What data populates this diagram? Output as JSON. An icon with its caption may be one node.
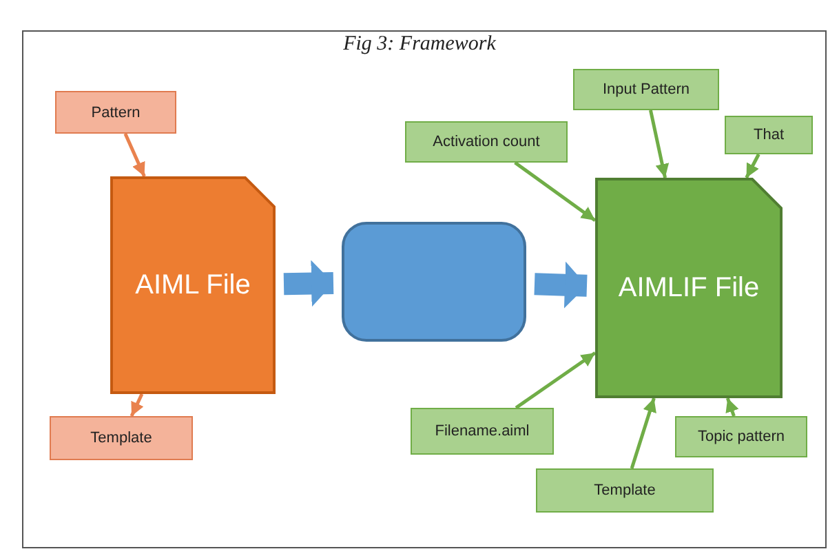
{
  "diagram": {
    "title": "Fig 3: Framework",
    "nodes": [
      {
        "text": [
          "Pattern"
        ]
      },
      {
        "text": [
          "AIML File"
        ]
      },
      {
        "text": [
          "Template"
        ]
      },
      {
        "text": [],
        "shape": "box"
      },
      {
        "text": [
          "AIMLIF File"
        ]
      },
      {
        "text": [
          "Input Pattern"
        ]
      },
      {
        "text": [
          "Activation count"
        ]
      },
      {
        "text": [
          "That"
        ]
      },
      {
        "text": [
          "Filename.aiml"
        ]
      },
      {
        "text": [
          "Topic pattern"
        ]
      },
      {
        "text": [
          "Template"
        ]
      }
    ],
    "edges": [
      {
        "from": 0,
        "to": 1,
        "arrow": "to",
        "color": "#e9824e"
      },
      {
        "from": 1,
        "to": 2,
        "arrow": "to",
        "color": "#e9824e"
      },
      {
        "from": 1,
        "to": 3,
        "arrow": "to",
        "style": "thick",
        "color": "#5b9bd5"
      },
      {
        "from": 3,
        "to": 4,
        "arrow": "to",
        "style": "thick",
        "color": "#5b9bd5"
      },
      {
        "from": 5,
        "to": 4,
        "arrow": "to"
      },
      {
        "from": 6,
        "to": 4,
        "arrow": "to"
      },
      {
        "from": 7,
        "to": 4,
        "arrow": "to"
      },
      {
        "from": 8,
        "to": 4,
        "arrow": "to"
      },
      {
        "from": 9,
        "to": 4,
        "arrow": "to"
      },
      {
        "from": 10,
        "to": 4,
        "arrow": "to"
      }
    ]
  }
}
